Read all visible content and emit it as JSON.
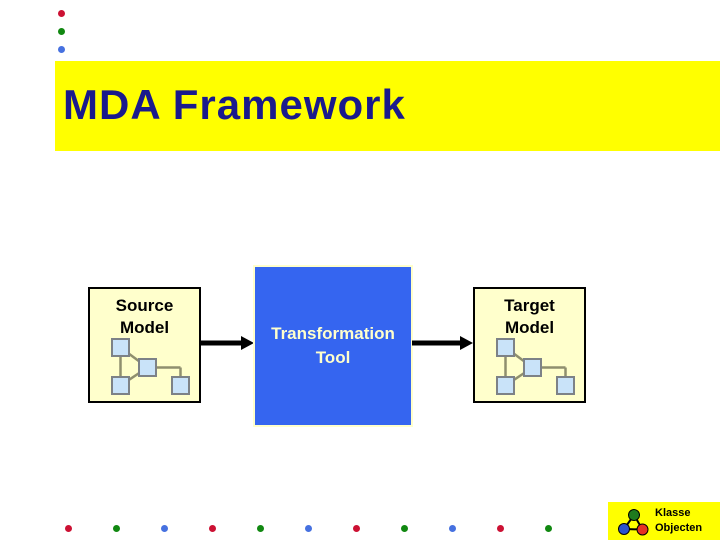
{
  "slide": {
    "title": "MDA Framework",
    "colors": {
      "title_text": "#1a1a8c",
      "title_bar": "#ffff00",
      "model_box_fill": "#ffffcc",
      "model_box_border": "#000000",
      "tool_box_fill": "#3565f0",
      "tool_box_border": "#ffffcc",
      "tool_box_text": "#ffffcc",
      "icon_square_fill": "#c9e3f9",
      "icon_square_border": "#7d8287",
      "icon_connector_line": "#8f8f6e",
      "arrow": "#000000"
    }
  },
  "top_bullets": {
    "colors": [
      "#cc1133",
      "#118811",
      "#4671e0"
    ]
  },
  "diagram": {
    "source_box": {
      "line1": "Source",
      "line2": "Model"
    },
    "tool_box": {
      "line1": "Transformation",
      "line2": "Tool"
    },
    "target_box": {
      "line1": "Target",
      "line2": "Model"
    }
  },
  "footer": {
    "dot_colors": [
      "#cc1133",
      "#118811",
      "#4671e0",
      "#cc1133",
      "#118811",
      "#4671e0",
      "#cc1133",
      "#118811",
      "#4671e0",
      "#cc1133",
      "#118811"
    ]
  },
  "logo": {
    "line1": "Klasse",
    "line2": "Objecten",
    "background": "#ffff00",
    "circle_colors": {
      "top": "#1e7a1e",
      "left": "#2a52cc",
      "right": "#e63222"
    },
    "line_color": "#000000"
  }
}
